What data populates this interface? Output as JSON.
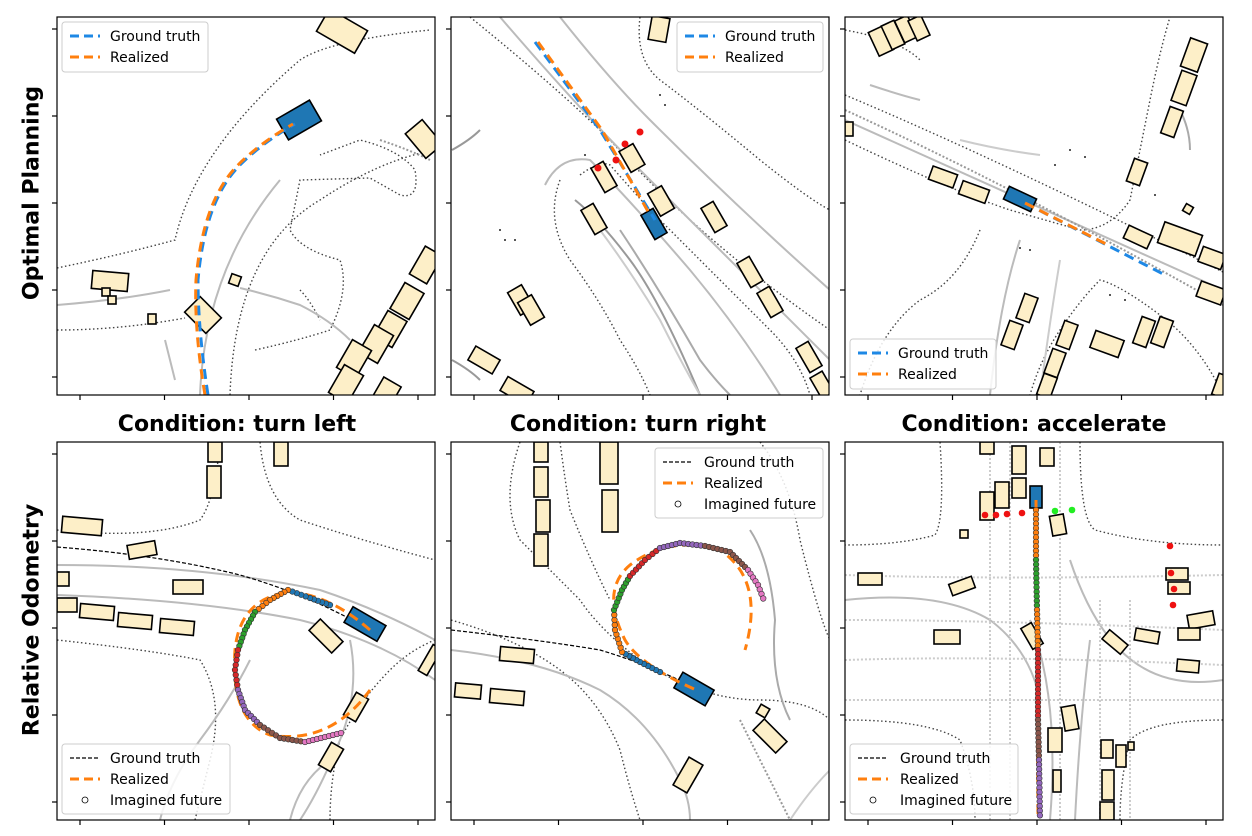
{
  "row_labels": {
    "top": "Optimal Planning",
    "bottom": "Relative Odometry"
  },
  "column_titles": [
    "Condition: turn left",
    "Condition: turn right",
    "Condition: accelerate"
  ],
  "legend": {
    "ground_truth": "Ground truth",
    "realized": "Realized",
    "imagined_future": "Imagined future"
  },
  "colors": {
    "ground_truth_top": "#1f77b4",
    "ground_truth_dash_top": "#1e88e5",
    "ground_truth_bottom": "#000000",
    "realized": "#ff7f0e",
    "ego_vehicle": "#1f77b4",
    "other_vehicle": "#fdefc8",
    "lane": "#bbbbbb",
    "road_edge": "#444444",
    "traffic_light_red": "#ee1111",
    "traffic_light_green": "#22ee22",
    "imagined_phases": [
      "#ff7f0e",
      "#2ca02c",
      "#d62728",
      "#9467bd",
      "#8c564b",
      "#e377c2",
      "#1f77b4"
    ]
  }
}
